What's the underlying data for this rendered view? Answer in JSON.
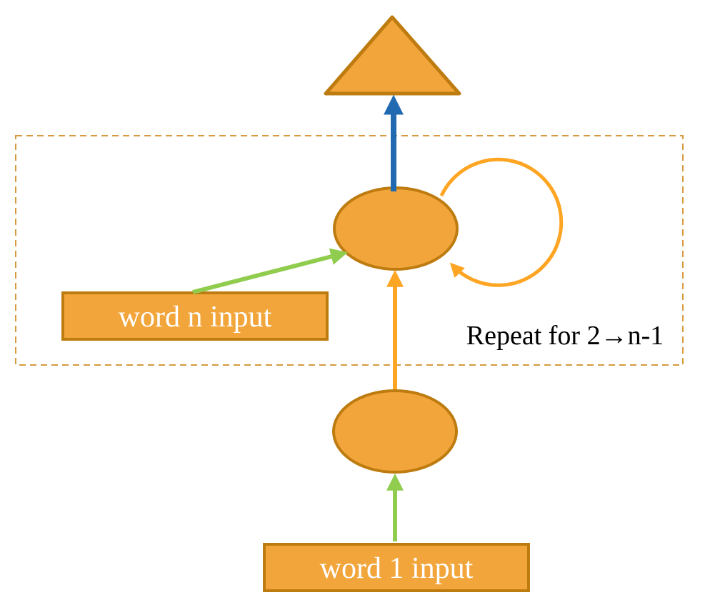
{
  "diagram": {
    "labels": {
      "word_n_input": "word n input",
      "word_1_input": "word 1 input",
      "repeat_note": "Repeat for 2→n-1"
    },
    "colors": {
      "node_fill": "#F2A53A",
      "node_stroke": "#BE7C10",
      "arrow_orange": "#FFA524",
      "arrow_green": "#90CC4E",
      "arrow_blue": "#2169B0",
      "dashed_border": "#D79A3E",
      "label_text": "#FFFFFF",
      "note_text": "#000000",
      "background": "#FFFFFF"
    }
  }
}
